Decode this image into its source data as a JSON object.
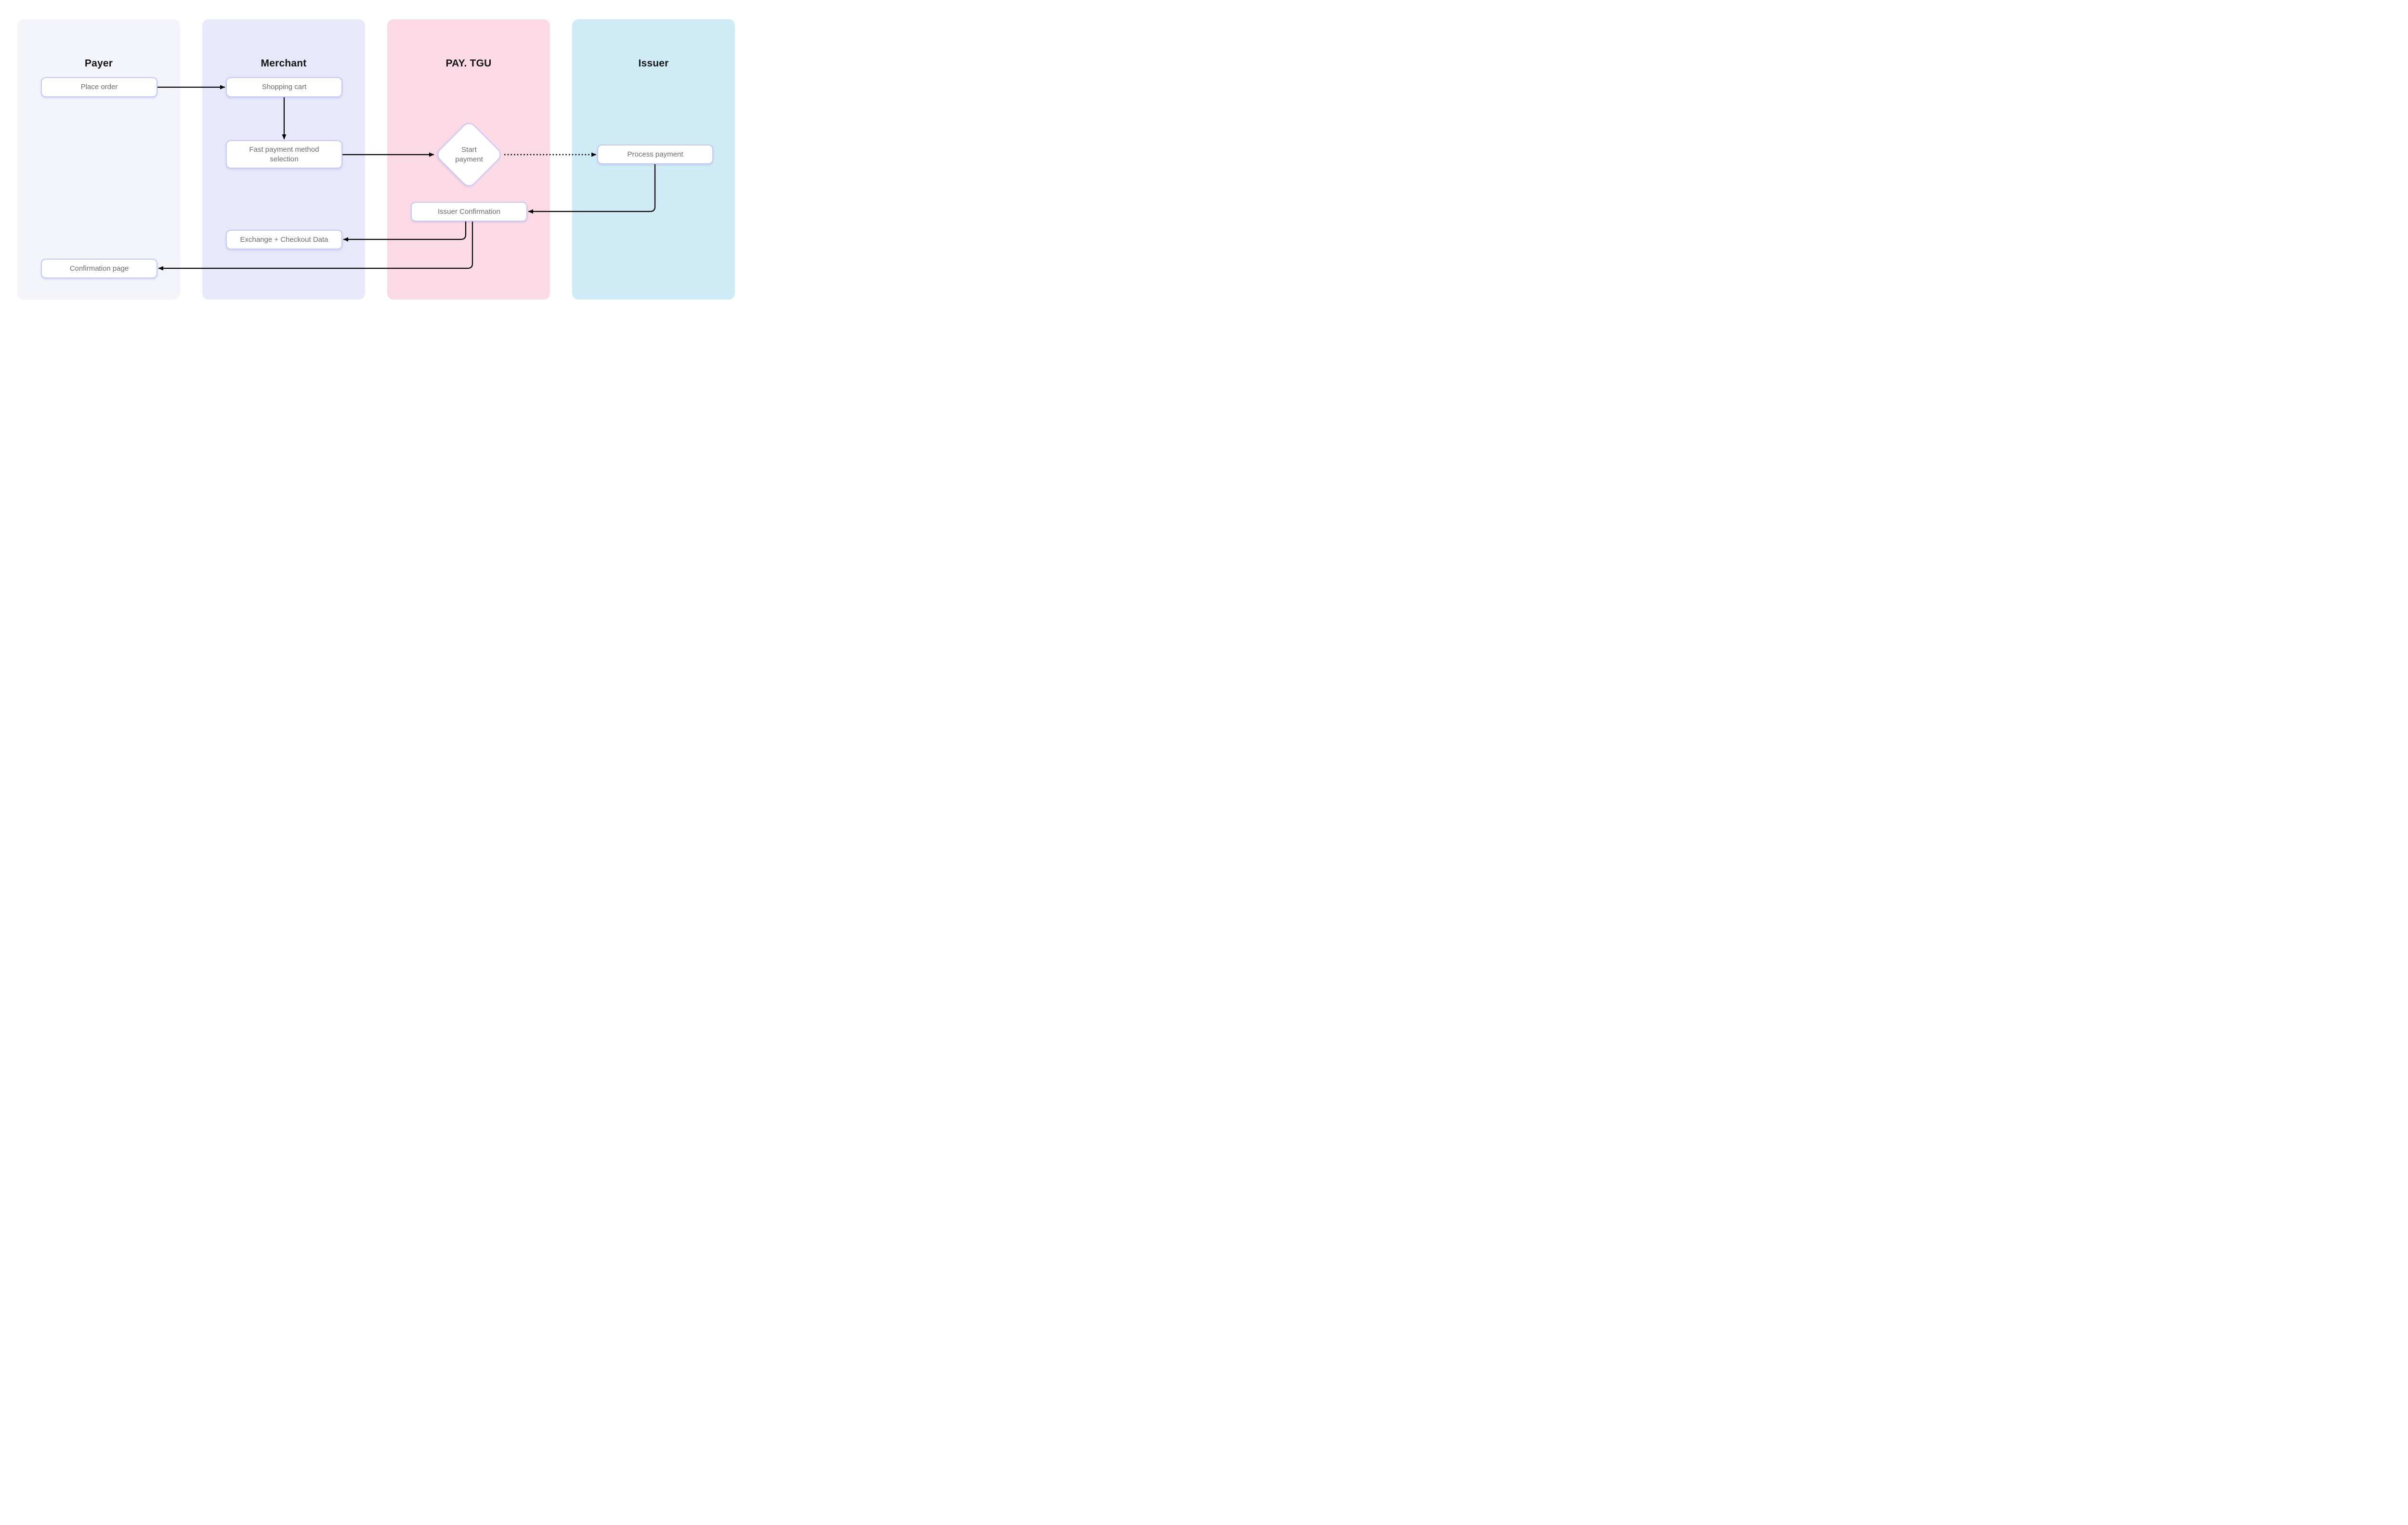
{
  "diagram": {
    "lanes": [
      {
        "id": "payer",
        "title": "Payer",
        "bg": "#f4f5fb"
      },
      {
        "id": "merchant",
        "title": "Merchant",
        "bg": "#e8e8fb"
      },
      {
        "id": "pay-tgu",
        "title": "PAY. TGU",
        "bg": "#fcdae5"
      },
      {
        "id": "issuer",
        "title": "Issuer",
        "bg": "#cfecf6"
      }
    ],
    "nodes": [
      {
        "id": "place-order",
        "label": "Place order",
        "shape": "rect",
        "lane": "payer"
      },
      {
        "id": "shopping-cart",
        "label": "Shopping cart",
        "shape": "rect",
        "lane": "merchant"
      },
      {
        "id": "fast-payment",
        "label": "Fast payment method selection",
        "shape": "rect",
        "lane": "merchant"
      },
      {
        "id": "start-payment",
        "label": "Start payment",
        "shape": "diamond",
        "lane": "pay-tgu"
      },
      {
        "id": "process-payment",
        "label": "Process payment",
        "shape": "rect",
        "lane": "issuer"
      },
      {
        "id": "issuer-confirmation",
        "label": "Issuer Confirmation",
        "shape": "rect",
        "lane": "pay-tgu"
      },
      {
        "id": "exchange-checkout",
        "label": "Exchange + Checkout Data",
        "shape": "rect",
        "lane": "merchant"
      },
      {
        "id": "confirmation-page",
        "label": "Confirmation page",
        "shape": "rect",
        "lane": "payer"
      }
    ],
    "edges": [
      {
        "from": "place-order",
        "to": "shopping-cart",
        "style": "solid"
      },
      {
        "from": "shopping-cart",
        "to": "fast-payment",
        "style": "solid"
      },
      {
        "from": "fast-payment",
        "to": "start-payment",
        "style": "solid"
      },
      {
        "from": "start-payment",
        "to": "process-payment",
        "style": "dotted"
      },
      {
        "from": "process-payment",
        "to": "issuer-confirmation",
        "style": "solid"
      },
      {
        "from": "issuer-confirmation",
        "to": "exchange-checkout",
        "style": "solid"
      },
      {
        "from": "issuer-confirmation",
        "to": "confirmation-page",
        "style": "solid"
      }
    ],
    "colors": {
      "page_bg": "#ffffff",
      "edge": "#000000",
      "node_border": "#c7c9f3",
      "node_fill": "#ffffff",
      "node_text": "#6d6d6d",
      "header_text": "#131313"
    }
  }
}
